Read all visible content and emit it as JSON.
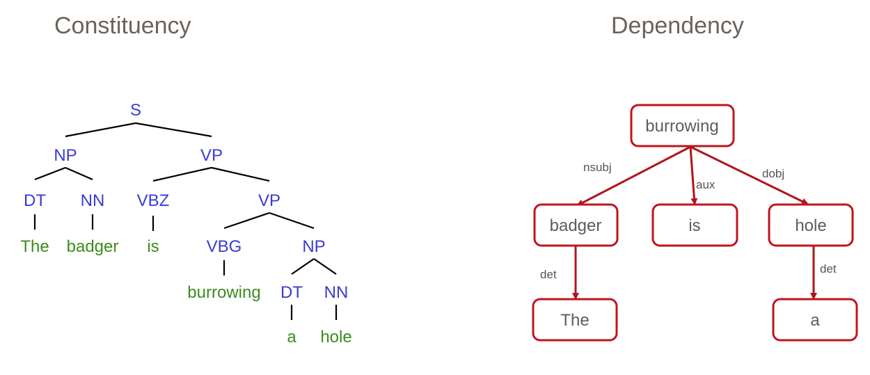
{
  "titles": {
    "left": "Constituency",
    "right": "Dependency"
  },
  "constituency": {
    "categories": {
      "S": "S",
      "NP_subj": "NP",
      "VP_top": "VP",
      "DT_1": "DT",
      "NN_1": "NN",
      "VBZ": "VBZ",
      "VP_inner": "VP",
      "VBG": "VBG",
      "NP_obj": "NP",
      "DT_2": "DT",
      "NN_2": "NN"
    },
    "words": {
      "the": "The",
      "badger": "badger",
      "is": "is",
      "burrowing": "burrowing",
      "a": "a",
      "hole": "hole"
    }
  },
  "dependency": {
    "nodes": {
      "root": "burrowing",
      "badger": "badger",
      "is": "is",
      "hole": "hole",
      "the": "The",
      "a": "a"
    },
    "relations": {
      "nsubj": "nsubj",
      "aux": "aux",
      "dobj": "dobj",
      "det_left": "det",
      "det_right": "det"
    },
    "edge_color": "#b0141c"
  }
}
